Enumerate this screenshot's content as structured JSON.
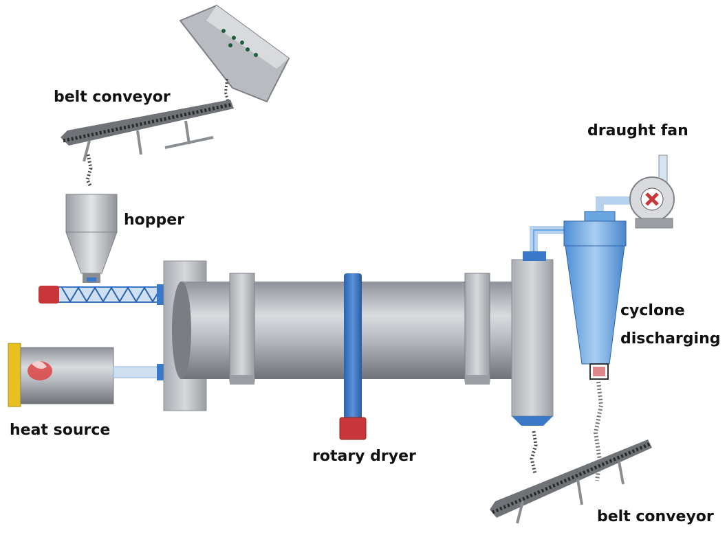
{
  "labels": {
    "belt_conveyor_top": "belt conveyor",
    "hopper": "hopper",
    "heat_source": "heat source",
    "rotary_dryer": "rotary dryer",
    "draught_fan": "draught fan",
    "cyclone": "cyclone",
    "discharging": "discharging",
    "belt_conveyor_bottom": "belt conveyor"
  },
  "colors": {
    "steel": "#a9adb2",
    "steel_dark": "#7d8187",
    "blue": "#3a78c8",
    "cyclone_blue": "#6aa6e0",
    "red": "#c8363a",
    "yellow": "#e8c020",
    "text": "#111111"
  }
}
